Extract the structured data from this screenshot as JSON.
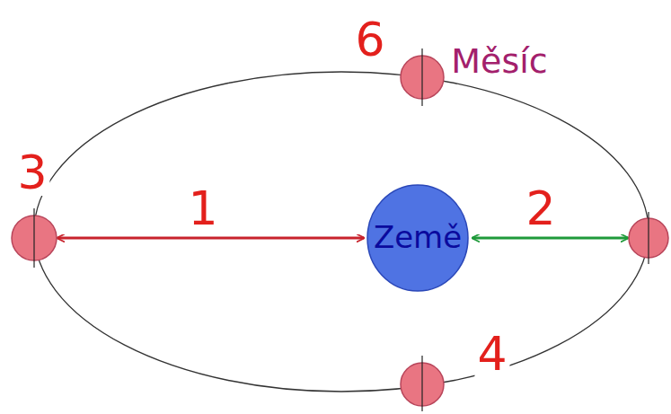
{
  "diagram": {
    "nodes": [
      {
        "text": [
          "Země"
        ]
      }
    ],
    "labels": [
      "1",
      "2",
      "3",
      "4",
      "6",
      "Měsíc"
    ]
  }
}
